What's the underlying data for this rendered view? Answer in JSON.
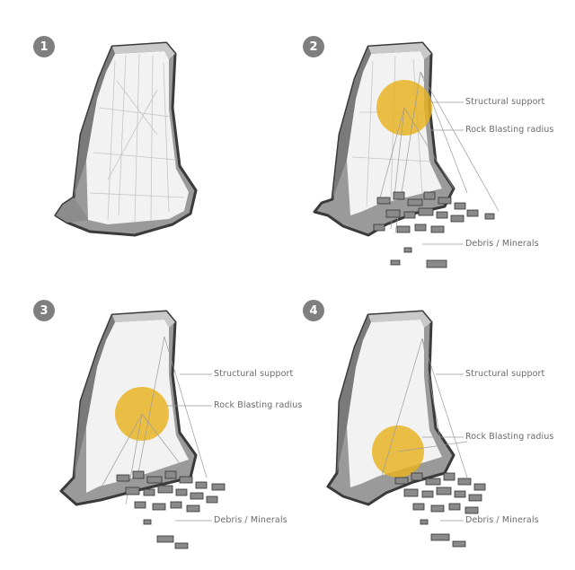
{
  "panels": [
    {
      "number": "1",
      "labels": {}
    },
    {
      "number": "2",
      "labels": {
        "support": "Structural support",
        "radius": "Rock Blasting radius",
        "debris": "Debris / Minerals"
      }
    },
    {
      "number": "3",
      "labels": {
        "support": "Structural support",
        "radius": "Rock Blasting radius",
        "debris": "Debris / Minerals"
      }
    },
    {
      "number": "4",
      "labels": {
        "support": "Structural support",
        "radius": "Rock Blasting radius",
        "debris": "Debris / Minerals"
      }
    }
  ],
  "colors": {
    "rock_dark": "#6e6e6e",
    "rock_mid": "#b5b5b5",
    "rock_light": "#e9e9e9",
    "outline": "#3a3a3a",
    "blast": "#e8b21e",
    "badge": "#7f7f7f",
    "leader": "#9a9a9a"
  }
}
